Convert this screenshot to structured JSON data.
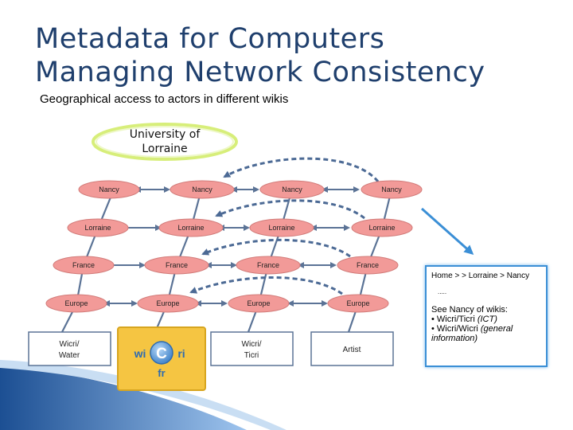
{
  "slide": {
    "title_line1": "Metadata for Computers",
    "title_line2": "Managing Network Consistency",
    "subtitle": "Geographical access to actors in different wikis"
  },
  "university": {
    "line1": "University of",
    "line2": "Lorraine"
  },
  "levels": [
    "Nancy",
    "Lorraine",
    "France",
    "Europe"
  ],
  "wikis": [
    {
      "line1": "Wicri/",
      "line2": "Water"
    },
    {
      "logo_left": "wi",
      "logo_center": "C",
      "logo_right": "ri",
      "logo_bottom": "fr"
    },
    {
      "line1": "Wicri/",
      "line2": "Ticri"
    },
    {
      "line1": "Artist",
      "line2": ""
    }
  ],
  "info_box": {
    "breadcrumb": "Home > > Lorraine >  Nancy",
    "dots": ".....",
    "see_label": "See Nancy of wikis:",
    "item1_name": "• Wicri/Ticri ",
    "item1_note": "(ICT)",
    "item2_name": "• Wicri/Wicri ",
    "item2_note": "(general information)"
  },
  "colors": {
    "title": "#1f3f6d",
    "node_fill": "#f29a98",
    "node_stroke": "#d27b79",
    "link": "#5b7396",
    "dashed": "#4c6a95",
    "logo_box": "#f5c542",
    "university_ring": "#d7ee7a",
    "info_border": "#3b8fd6",
    "corner_blue": "#1f5fa8"
  }
}
